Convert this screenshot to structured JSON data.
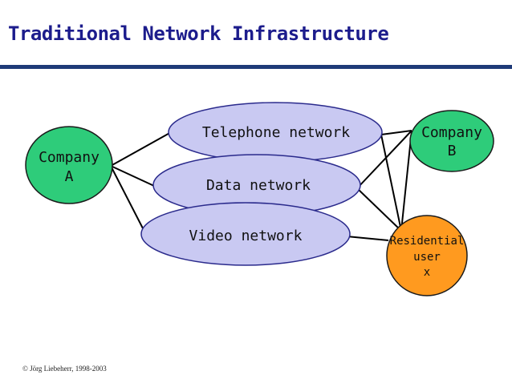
{
  "header": {
    "title": "Traditional Network Infrastructure"
  },
  "diagram": {
    "networks": [
      {
        "id": "telephone",
        "label": "Telephone network"
      },
      {
        "id": "data",
        "label": "Data network"
      },
      {
        "id": "video",
        "label": "Video network"
      }
    ],
    "endpoints": [
      {
        "id": "company-a",
        "lines": [
          "Company",
          "A"
        ]
      },
      {
        "id": "company-b",
        "lines": [
          "Company",
          "B"
        ]
      },
      {
        "id": "residential-user",
        "lines": [
          "Residential",
          "user",
          "x"
        ]
      }
    ],
    "colors": {
      "network_fill": "#c9c9f2",
      "network_stroke": "#2a2a8c",
      "company_fill": "#2ecc7a",
      "residential_fill": "#ff9a1f",
      "title_color": "#1c1c8c",
      "rule_color": "#1f3a78"
    }
  },
  "footer": {
    "copyright": "© Jörg Liebeherr, 1998-2003"
  }
}
